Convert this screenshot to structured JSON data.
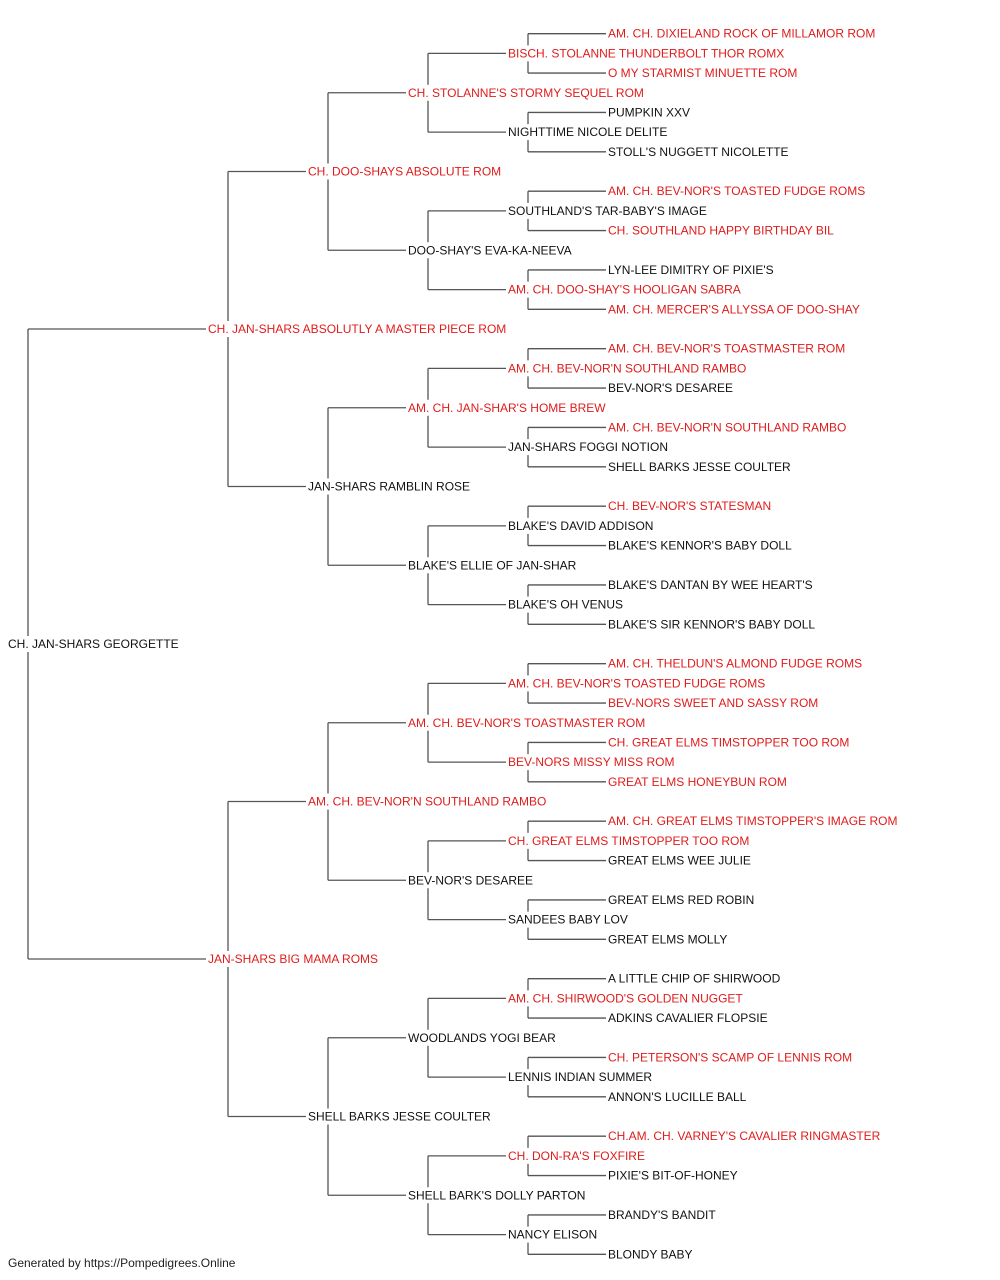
{
  "colors": {
    "champion": "#e01b1b",
    "regular": "#111111",
    "line": "#555555"
  },
  "pedigree": {
    "name": "CH. JAN-SHARS GEORGETTE",
    "red": false,
    "sire": {
      "name": "CH. JAN-SHARS ABSOLUTLY A MASTER PIECE ROM",
      "red": true,
      "sire": {
        "name": "CH. DOO-SHAYS ABSOLUTE ROM",
        "red": true,
        "sire": {
          "name": "CH. STOLANNE'S STORMY SEQUEL ROM",
          "red": true,
          "sire": {
            "name": "BISCH. STOLANNE THUNDERBOLT THOR ROMX",
            "red": true,
            "sire": {
              "name": "AM. CH. DIXIELAND ROCK OF MILLAMOR ROM",
              "red": true
            },
            "dam": {
              "name": "O MY STARMIST MINUETTE ROM",
              "red": true
            }
          },
          "dam": {
            "name": "NIGHTTIME NICOLE DELITE",
            "red": false,
            "sire": {
              "name": "PUMPKIN XXV",
              "red": false
            },
            "dam": {
              "name": "STOLL'S NUGGETT NICOLETTE",
              "red": false
            }
          }
        },
        "dam": {
          "name": "DOO-SHAY'S EVA-KA-NEEVA",
          "red": false,
          "sire": {
            "name": "SOUTHLAND'S TAR-BABY'S IMAGE",
            "red": false,
            "sire": {
              "name": "AM. CH. BEV-NOR'S TOASTED FUDGE ROMS",
              "red": true
            },
            "dam": {
              "name": "CH. SOUTHLAND HAPPY BIRTHDAY BIL",
              "red": true
            }
          },
          "dam": {
            "name": "AM. CH. DOO-SHAY'S HOOLIGAN SABRA",
            "red": true,
            "sire": {
              "name": "LYN-LEE DIMITRY OF PIXIE'S",
              "red": false
            },
            "dam": {
              "name": "AM. CH. MERCER'S ALLYSSA OF DOO-SHAY",
              "red": true
            }
          }
        }
      },
      "dam": {
        "name": "JAN-SHARS RAMBLIN ROSE",
        "red": false,
        "sire": {
          "name": "AM. CH. JAN-SHAR'S HOME BREW",
          "red": true,
          "sire": {
            "name": "AM. CH. BEV-NOR'N SOUTHLAND RAMBO",
            "red": true,
            "sire": {
              "name": "AM. CH. BEV-NOR'S TOASTMASTER ROM",
              "red": true
            },
            "dam": {
              "name": "BEV-NOR'S DESAREE",
              "red": false
            }
          },
          "dam": {
            "name": "JAN-SHARS FOGGI NOTION",
            "red": false,
            "sire": {
              "name": "AM. CH. BEV-NOR'N SOUTHLAND RAMBO",
              "red": true
            },
            "dam": {
              "name": "SHELL BARKS JESSE COULTER",
              "red": false
            }
          }
        },
        "dam": {
          "name": "BLAKE'S ELLIE OF JAN-SHAR",
          "red": false,
          "sire": {
            "name": "BLAKE'S DAVID ADDISON",
            "red": false,
            "sire": {
              "name": "CH. BEV-NOR'S STATESMAN",
              "red": true
            },
            "dam": {
              "name": "BLAKE'S KENNOR'S BABY DOLL",
              "red": false
            }
          },
          "dam": {
            "name": "BLAKE'S OH VENUS",
            "red": false,
            "sire": {
              "name": "BLAKE'S DANTAN BY WEE HEART'S",
              "red": false
            },
            "dam": {
              "name": "BLAKE'S SIR KENNOR'S BABY DOLL",
              "red": false
            }
          }
        }
      }
    },
    "dam": {
      "name": "JAN-SHARS BIG MAMA ROMS",
      "red": true,
      "sire": {
        "name": "AM. CH. BEV-NOR'N SOUTHLAND RAMBO",
        "red": true,
        "sire": {
          "name": "AM. CH. BEV-NOR'S TOASTMASTER ROM",
          "red": true,
          "sire": {
            "name": "AM. CH. BEV-NOR'S TOASTED FUDGE ROMS",
            "red": true,
            "sire": {
              "name": "AM. CH. THELDUN'S ALMOND FUDGE ROMS",
              "red": true
            },
            "dam": {
              "name": "BEV-NORS SWEET AND SASSY ROM",
              "red": true
            }
          },
          "dam": {
            "name": "BEV-NORS MISSY MISS ROM",
            "red": true,
            "sire": {
              "name": "CH. GREAT ELMS TIMSTOPPER TOO ROM",
              "red": true
            },
            "dam": {
              "name": "GREAT ELMS HONEYBUN ROM",
              "red": true
            }
          }
        },
        "dam": {
          "name": "BEV-NOR'S DESAREE",
          "red": false,
          "sire": {
            "name": "CH. GREAT ELMS TIMSTOPPER TOO ROM",
            "red": true,
            "sire": {
              "name": "AM. CH. GREAT ELMS TIMSTOPPER'S IMAGE ROM",
              "red": true
            },
            "dam": {
              "name": "GREAT ELMS WEE JULIE",
              "red": false
            }
          },
          "dam": {
            "name": "SANDEES BABY LOV",
            "red": false,
            "sire": {
              "name": "GREAT ELMS RED ROBIN",
              "red": false
            },
            "dam": {
              "name": "GREAT ELMS MOLLY",
              "red": false
            }
          }
        }
      },
      "dam": {
        "name": "SHELL BARKS JESSE COULTER",
        "red": false,
        "sire": {
          "name": "WOODLANDS YOGI BEAR",
          "red": false,
          "sire": {
            "name": "AM. CH. SHIRWOOD'S GOLDEN NUGGET",
            "red": true,
            "sire": {
              "name": "A LITTLE CHIP OF SHIRWOOD",
              "red": false
            },
            "dam": {
              "name": "ADKINS CAVALIER FLOPSIE",
              "red": false
            }
          },
          "dam": {
            "name": "LENNIS INDIAN SUMMER",
            "red": false,
            "sire": {
              "name": "CH. PETERSON'S SCAMP OF LENNIS ROM",
              "red": true
            },
            "dam": {
              "name": "ANNON'S LUCILLE BALL",
              "red": false
            }
          }
        },
        "dam": {
          "name": "SHELL BARK'S DOLLY PARTON",
          "red": false,
          "sire": {
            "name": "CH. DON-RA'S FOXFIRE",
            "red": true,
            "sire": {
              "name": "CH.AM. CH. VARNEY'S CAVALIER RINGMASTER",
              "red": true
            },
            "dam": {
              "name": "PIXIE'S BIT-OF-HONEY",
              "red": false
            }
          },
          "dam": {
            "name": "NANCY ELISON",
            "red": false,
            "sire": {
              "name": "BRANDY'S BANDIT",
              "red": false
            },
            "dam": {
              "name": "BLONDY BABY",
              "red": false
            }
          }
        }
      }
    }
  },
  "footer": {
    "text": "Generated by https://Pompedigrees.Online"
  }
}
